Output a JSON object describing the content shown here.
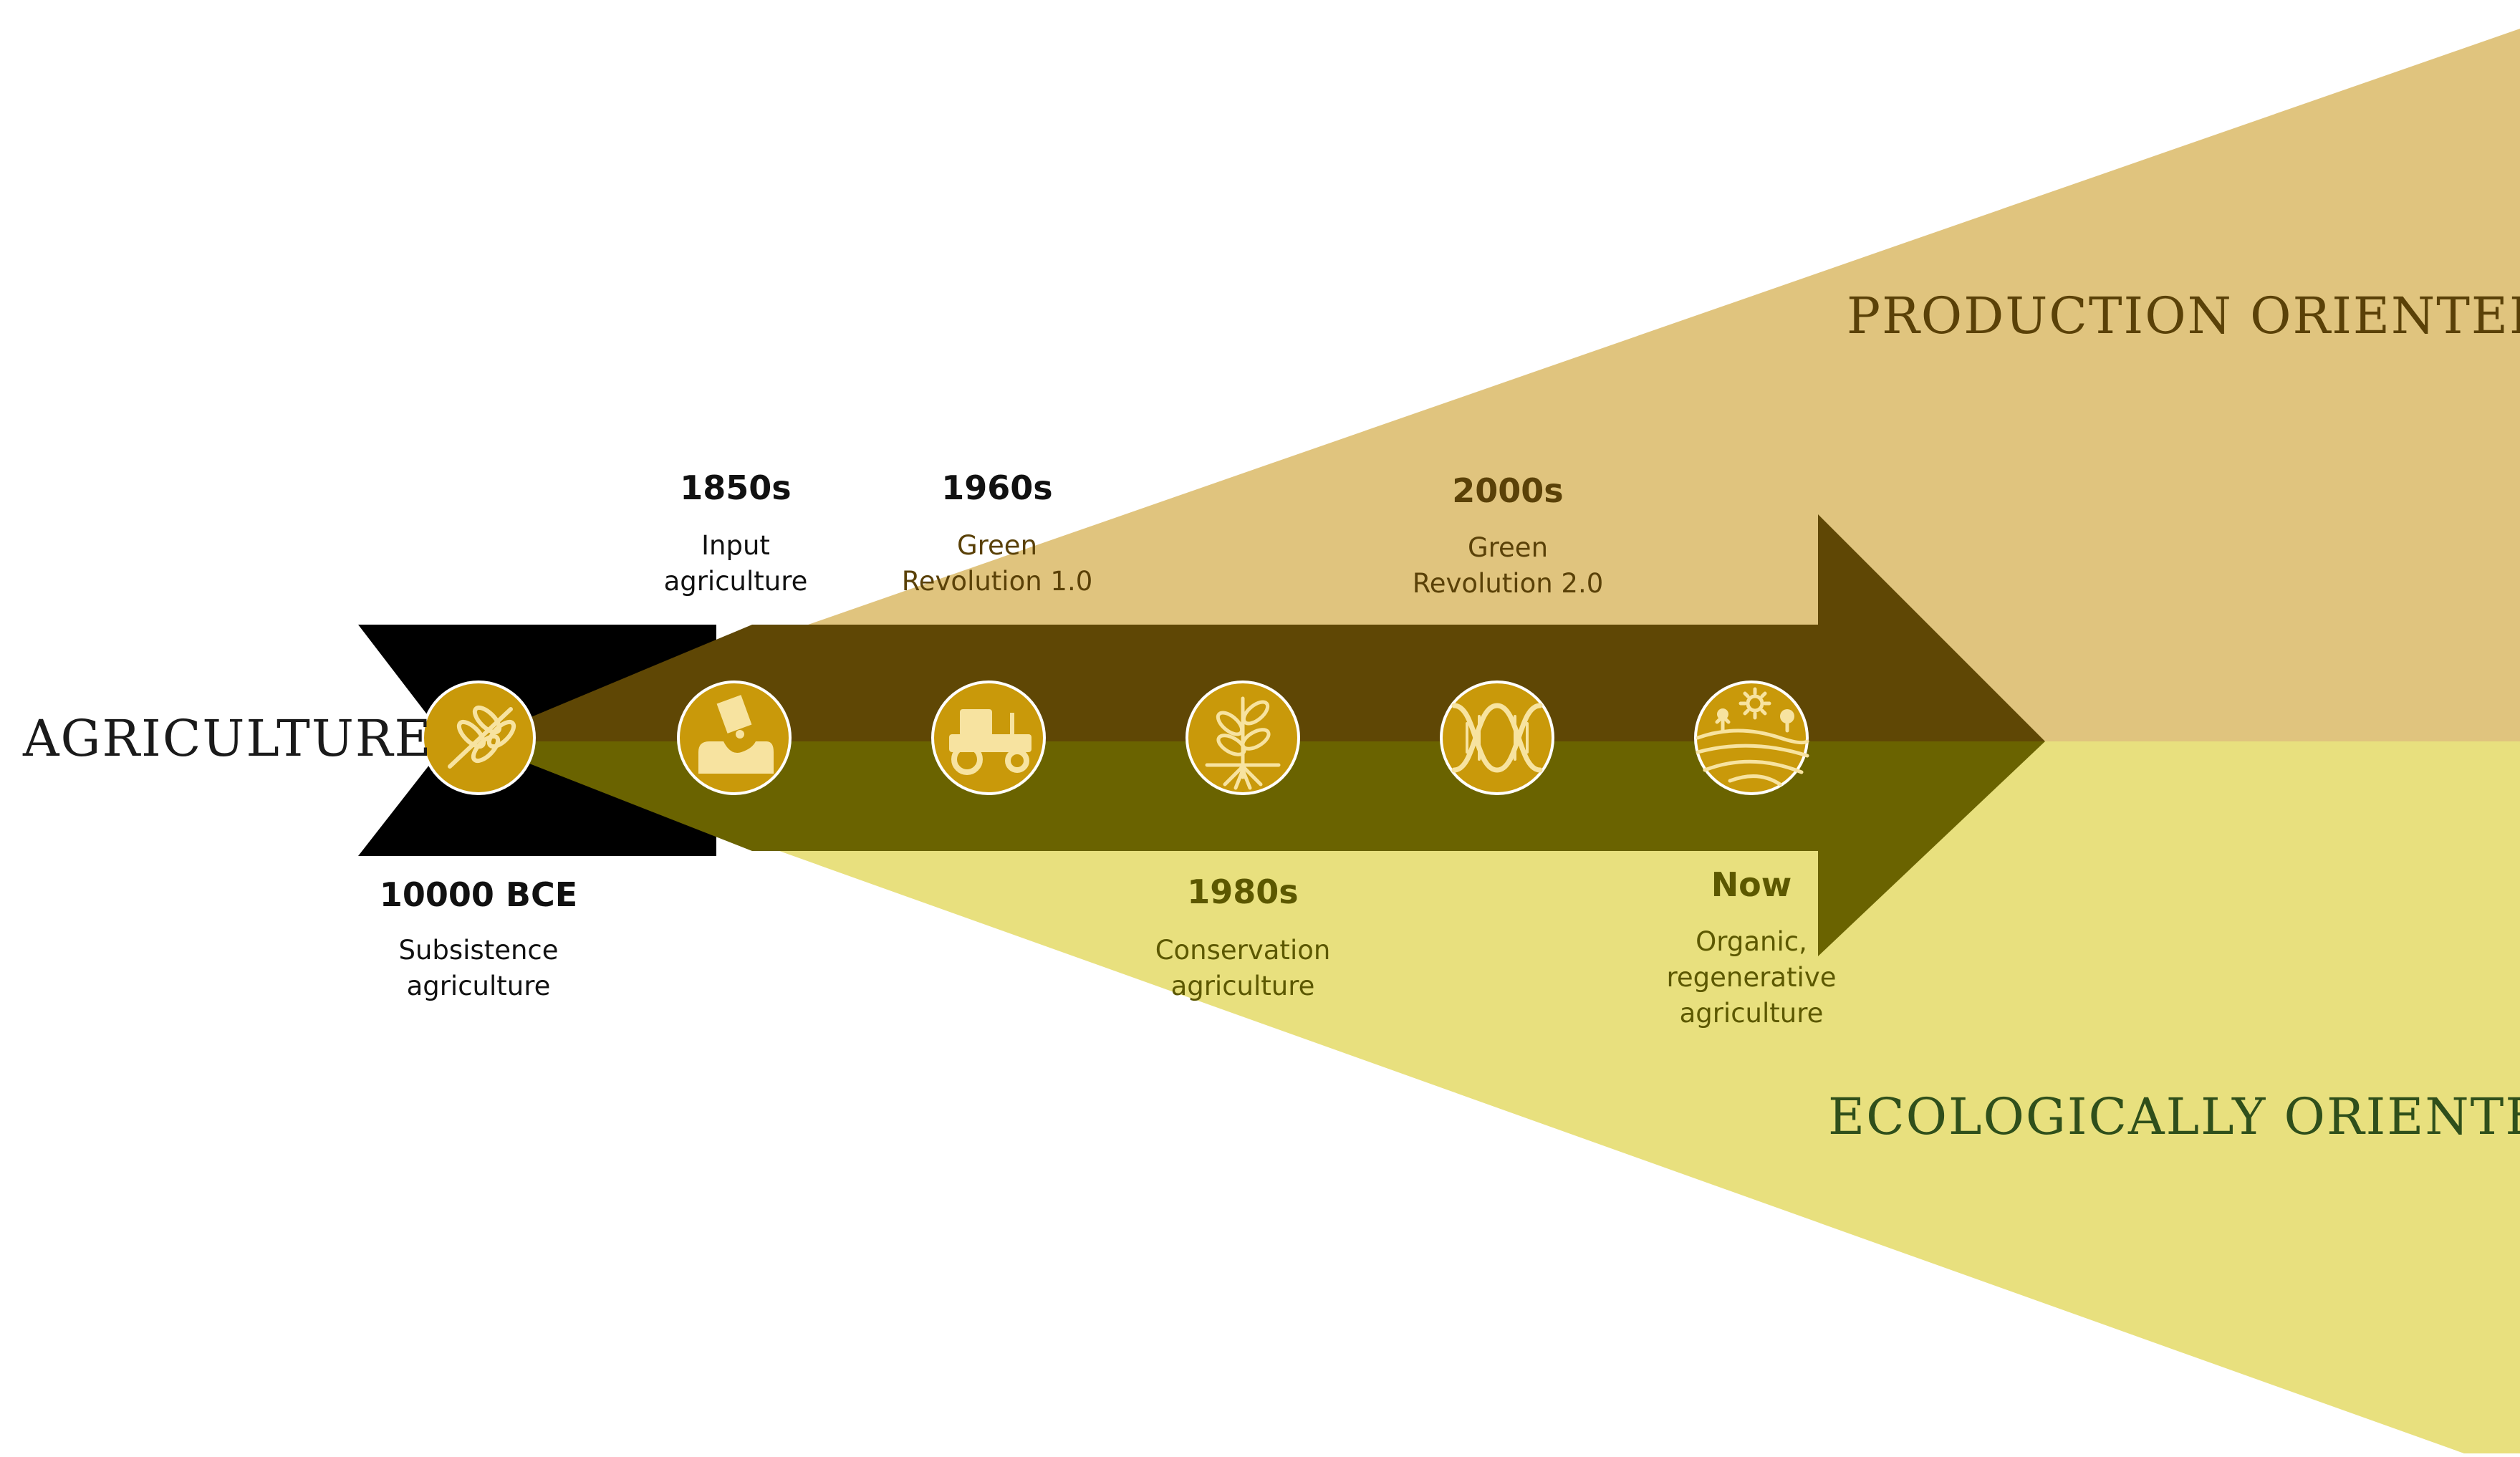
{
  "root_label": "AGRICULTURE",
  "branches": {
    "production": "PRODUCTION ORIENTED",
    "ecological": "ECOLOGICALLY ORIENTED"
  },
  "milestones": [
    {
      "era": "10000 BCE",
      "desc": "Subsistence\nagriculture",
      "icon": "wheat-icon"
    },
    {
      "era": "1850s",
      "desc": "Input\nagriculture",
      "icon": "fertilizer-bag-icon"
    },
    {
      "era": "1960s",
      "desc": "Green\nRevolution 1.0",
      "icon": "tractor-icon"
    },
    {
      "era": "1980s",
      "desc": "Conservation\nagriculture",
      "icon": "seedling-icon"
    },
    {
      "era": "2000s",
      "desc": "Green\nRevolution 2.0",
      "icon": "dna-icon"
    },
    {
      "era": "Now",
      "desc": "Organic,\nregenerative\nagriculture",
      "icon": "farm-landscape-icon"
    }
  ],
  "colors": {
    "production_fill": "#e0c47e",
    "ecological_fill": "#e8e07e",
    "arrow_upper": "#5f4705",
    "arrow_lower": "#6a6300",
    "arrow_tail": "#000000",
    "icon_circle": "#c9990a",
    "production_text": "#5a4108",
    "ecological_text": "#2f4f1b",
    "label_dark": "#111111",
    "label_upper_on_arrow": "#5a4108",
    "label_lower_on_arrow": "#5c5800"
  }
}
